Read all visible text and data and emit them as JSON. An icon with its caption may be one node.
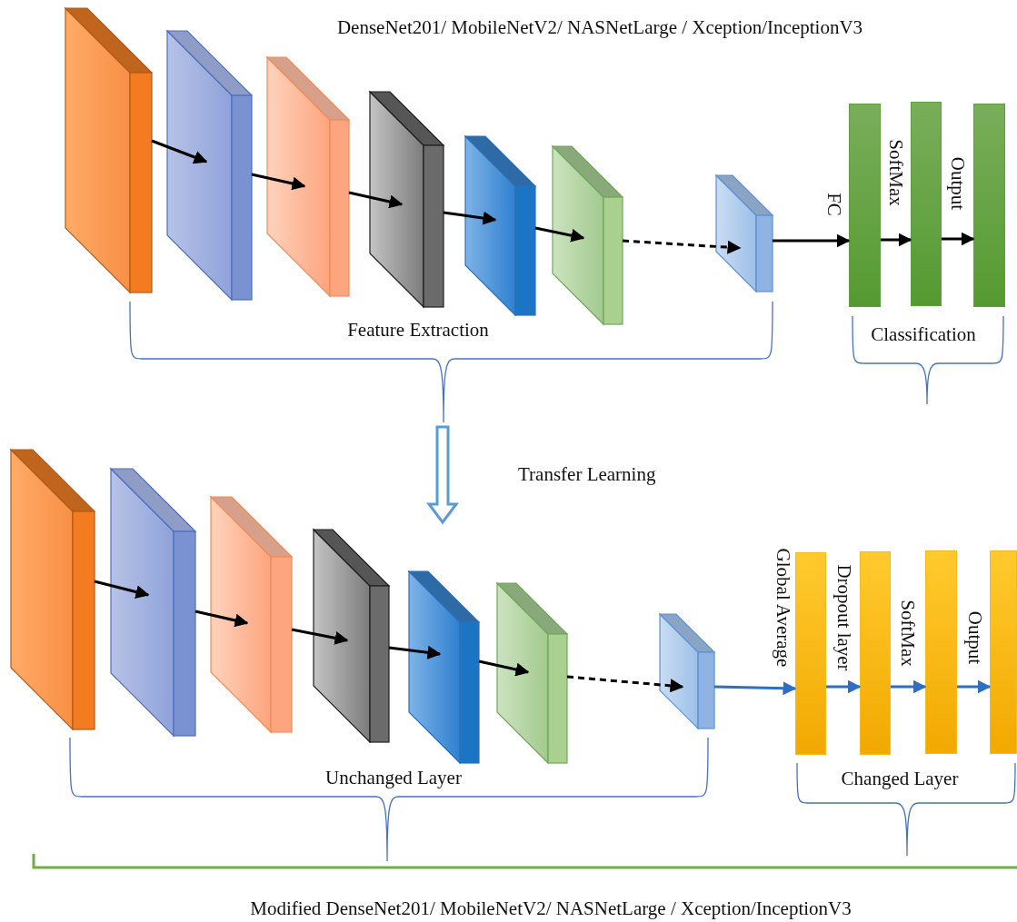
{
  "diagram": {
    "title": "DenseNet201/ MobileNetV2/ NASNetLarge / Xception/InceptionV3",
    "caption": "Modified DenseNet201/ MobileNetV2/ NASNetLarge / Xception/InceptionV3",
    "nodes": [
      {
        "text": [],
        "shape": "box"
      },
      {
        "text": [],
        "shape": "box"
      },
      {
        "text": [],
        "shape": "box"
      },
      {
        "text": [],
        "shape": "box"
      },
      {
        "text": [],
        "shape": "box"
      },
      {
        "text": [],
        "shape": "box"
      },
      {
        "text": [],
        "shape": "box"
      },
      {
        "text": [],
        "shape": "bar"
      },
      {
        "text": [],
        "shape": "bar"
      },
      {
        "text": [],
        "shape": "bar"
      },
      {
        "text": [],
        "shape": "box"
      },
      {
        "text": [],
        "shape": "box"
      },
      {
        "text": [],
        "shape": "box"
      },
      {
        "text": [],
        "shape": "box"
      },
      {
        "text": [],
        "shape": "box"
      },
      {
        "text": [],
        "shape": "box"
      },
      {
        "text": [],
        "shape": "box"
      },
      {
        "text": [],
        "shape": "bar"
      },
      {
        "text": [],
        "shape": "bar"
      },
      {
        "text": [],
        "shape": "bar"
      },
      {
        "text": [],
        "shape": "bar"
      }
    ],
    "edges": [
      {
        "from": 0,
        "to": 1,
        "arrow": "to"
      },
      {
        "from": 1,
        "to": 2,
        "arrow": "to"
      },
      {
        "from": 2,
        "to": 3,
        "arrow": "to"
      },
      {
        "from": 3,
        "to": 4,
        "arrow": "to"
      },
      {
        "from": 4,
        "to": 5,
        "arrow": "to"
      },
      {
        "from": 5,
        "to": 6,
        "arrow": "to",
        "style": "dashed"
      },
      {
        "from": 6,
        "to": 7,
        "arrow": "to",
        "label": "FC"
      },
      {
        "from": 7,
        "to": 8,
        "arrow": "to",
        "label": "SoftMax"
      },
      {
        "from": 8,
        "to": 9,
        "arrow": "to",
        "label": "Output"
      },
      {
        "from": 10,
        "to": 11,
        "arrow": "to"
      },
      {
        "from": 11,
        "to": 12,
        "arrow": "to"
      },
      {
        "from": 12,
        "to": 13,
        "arrow": "to"
      },
      {
        "from": 13,
        "to": 14,
        "arrow": "to"
      },
      {
        "from": 14,
        "to": 15,
        "arrow": "to"
      },
      {
        "from": 15,
        "to": 16,
        "arrow": "to",
        "style": "dashed"
      },
      {
        "from": 16,
        "to": 17,
        "arrow": "to",
        "label": "Global Average",
        "color": "#2e6fc4"
      },
      {
        "from": 17,
        "to": 18,
        "arrow": "to",
        "label": "Dropout layer",
        "color": "#2e6fc4"
      },
      {
        "from": 18,
        "to": 19,
        "arrow": "to",
        "label": "SoftMax",
        "color": "#2e6fc4"
      },
      {
        "from": 19,
        "to": 20,
        "arrow": "to",
        "label": "Output",
        "color": "#2e6fc4"
      }
    ],
    "labels": [
      "Feature Extraction",
      "Classification",
      "Transfer Learning",
      "Unchanged Layer",
      "Changed Layer"
    ]
  }
}
